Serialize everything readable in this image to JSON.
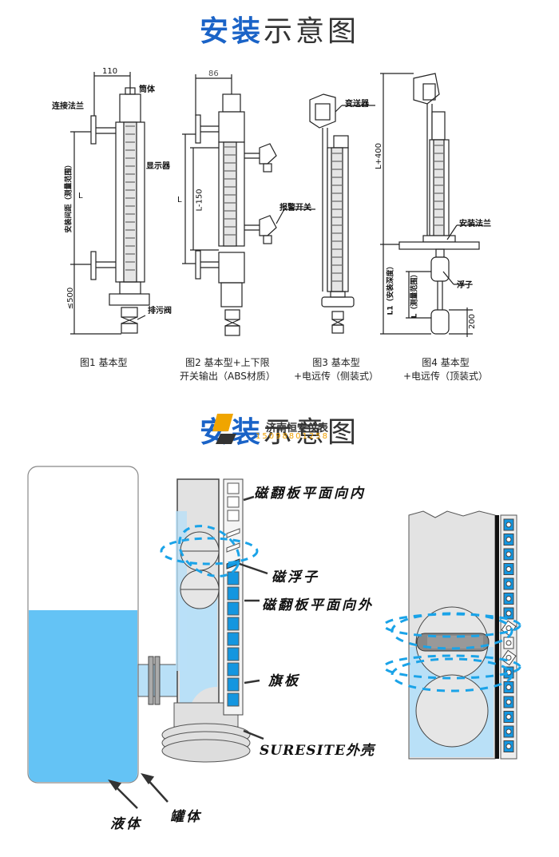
{
  "sections": [
    {
      "title_highlight": "安装",
      "title_rest": "示意图",
      "figures": [
        {
          "caption": "图1 基本型",
          "labels": {
            "flange": "连接法兰",
            "body": "筒体",
            "indicator": "显示器",
            "drain": "排污阀",
            "width_dim": "110",
            "distance_label": "安装间距（测量范围）",
            "length": "L",
            "bottom_dim": "≤500"
          }
        },
        {
          "caption": "图2 基本型+上下限\n开关输出（ABS材质）",
          "labels": {
            "width_dim": "86",
            "length": "L",
            "inner_length": "L-150",
            "alarm_switch": "报警开关"
          }
        },
        {
          "caption": "图3 基本型\n+电远传（侧装式）",
          "labels": {
            "transmitter": "变送器"
          }
        },
        {
          "caption": "图4 基本型\n+电远传（顶装式）",
          "labels": {
            "total_length": "L+400",
            "mount_flange": "安装法兰",
            "float": "浮子",
            "depth": "L1（安装深度）",
            "range": "L（测量范围）",
            "float_dim": "200"
          }
        }
      ]
    },
    {
      "title_highlight": "安装",
      "title_rest": "示意图",
      "watermark": "济南恒安仪表",
      "watermark_phone": "15098801258",
      "labels": {
        "flap_inward": "磁翻板平面向内",
        "magnetic_float": "磁浮子",
        "flap_outward": "磁翻板平面向外",
        "flag_plate": "旗板",
        "shell": "SURESITE外壳",
        "liquid": "液体",
        "tank": "罐体"
      },
      "liquid_level": 0.55
    }
  ],
  "colors": {
    "accent": "#1a63c7",
    "liquid": "#64c3f5",
    "liquid_light": "#b9e0f7",
    "flap_blue": "#1496e0",
    "field_lines": "#1aa3e8",
    "body_gray": "#dedede"
  }
}
